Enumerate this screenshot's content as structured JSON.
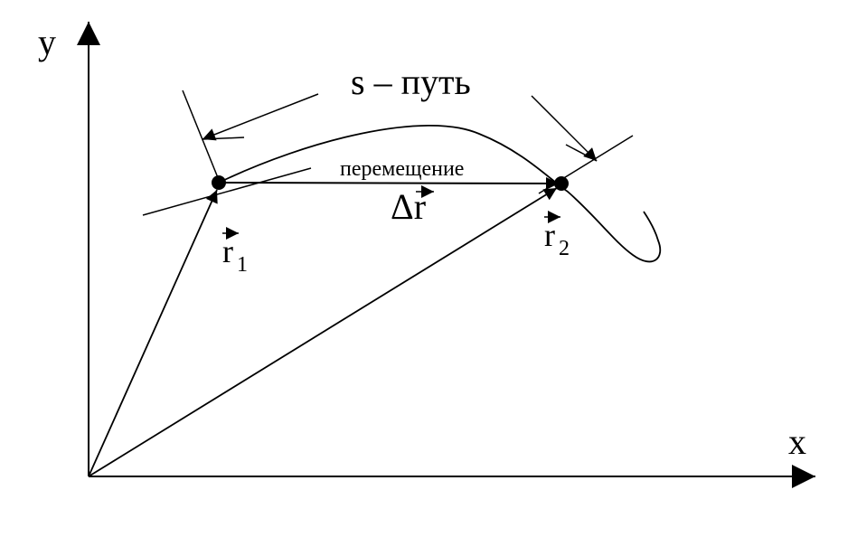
{
  "diagram": {
    "axes": {
      "x_label": "x",
      "y_label": "y"
    },
    "path_label": "s – путь",
    "displacement_label": "перемещение",
    "delta_label": "Δr",
    "radius_vectors": [
      {
        "symbol": "r",
        "subscript": "1"
      },
      {
        "symbol": "r",
        "subscript": "2"
      }
    ],
    "colors": {
      "ink": "#000000",
      "background": "#ffffff"
    }
  }
}
